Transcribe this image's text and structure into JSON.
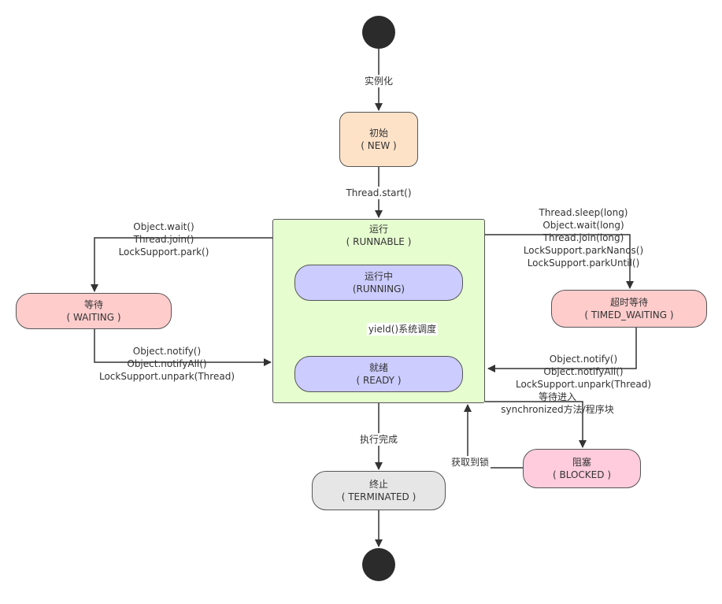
{
  "transitions": {
    "instantiate": "实例化",
    "thread_start": "Thread.start()",
    "to_waiting": [
      "Object.wait()",
      "Thread.join()",
      "LockSupport.park()"
    ],
    "from_waiting": [
      "Object.notify()",
      "Object.notifyAll()",
      "LockSupport.unpark(Thread)"
    ],
    "to_timed_waiting": [
      "Thread.sleep(long)",
      "Object.wait(long)",
      "Thread.join(long)",
      "LockSupport.parkNanos()",
      "LockSupport.parkUntil()"
    ],
    "from_timed_waiting": [
      "Object.notify()",
      "Object.notifyAll()",
      "LockSupport.unpark(Thread)"
    ],
    "to_blocked": [
      "等待进入",
      "synchronized方法/程序块"
    ],
    "yield": "yield()系统调度",
    "finish": "执行完成",
    "acquire_lock": "获取到锁"
  },
  "states": {
    "new": {
      "name": "初始",
      "code": "( NEW )",
      "color": "#fde2c8"
    },
    "runnable": {
      "name": "运行",
      "code": "( RUNNABLE )",
      "color": "#e6fdd0"
    },
    "running": {
      "name": "运行中",
      "code": "(RUNNING)",
      "color": "#ccccff"
    },
    "ready": {
      "name": "就绪",
      "code": "( READY )",
      "color": "#ccccff"
    },
    "waiting": {
      "name": "等待",
      "code": "( WAITING )",
      "color": "#ffcccc"
    },
    "timed_waiting": {
      "name": "超时等待",
      "code": "( TIMED_WAITING )",
      "color": "#ffcccc"
    },
    "blocked": {
      "name": "阻塞",
      "code": "( BLOCKED )",
      "color": "#ffccdd"
    },
    "terminated": {
      "name": "终止",
      "code": "( TERMINATED )",
      "color": "#e6e6e6"
    }
  }
}
